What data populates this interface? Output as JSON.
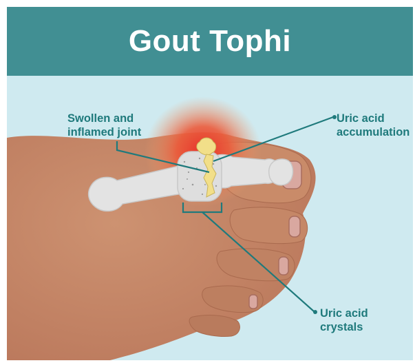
{
  "title": "Gout Tophi",
  "labels": {
    "swollen_line1": "Swollen and",
    "swollen_line2": "inflamed joint",
    "accum_line1": "Uric acid",
    "accum_line2": "accumulation",
    "crystals_line1": "Uric acid",
    "crystals_line2": "crystals"
  },
  "colors": {
    "header": "#418f93",
    "background": "#cfeaf0",
    "skin": "#c78866",
    "bone": "#e2e2e2",
    "crystals": "#f3df8b",
    "inflammation": "#e53b2c",
    "leader_line": "#1f7a7c"
  }
}
